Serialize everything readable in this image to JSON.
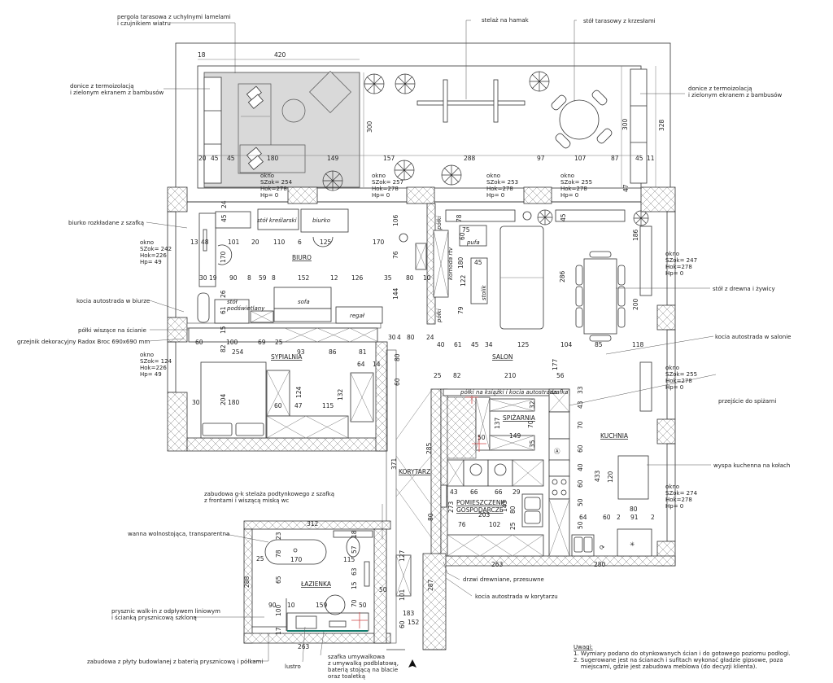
{
  "plan": {
    "rooms": {
      "biuro": "BIURO",
      "sypialnia": "SYPIALNIA",
      "salon": "SALON",
      "kuchnia": "KUCHNIA",
      "spizarnia": "SPIŻARNIA",
      "korytarz": "KORYTARZ",
      "gospodarcze_1": "POMIESZCZENIE",
      "gospodarcze_2": "GOSPODARCZE",
      "lazienka": "ŁAZIENKA"
    },
    "furniture": {
      "stol_kreslarski": "stół kreślarski",
      "biurko": "biurko",
      "sofa": "sofa",
      "regal": "regał",
      "stol_podswietlany_1": "stół",
      "stol_podswietlany_2": "podświetlany",
      "pufa": "pufa",
      "stolik": "stolik",
      "komoda_rtv": "komoda rtv",
      "polki_a": "półki",
      "polki_b": "półki",
      "polki_ksiazki": "półki na książki i kocia autostrada",
      "szafka": "szafka"
    },
    "windows": [
      {
        "label": "okno",
        "sz": "SZok= 254",
        "h": "Hok=278",
        "hp": "Hp= 0"
      },
      {
        "label": "okno",
        "sz": "SZok= 257",
        "h": "Hok=278",
        "hp": "Hp= 0"
      },
      {
        "label": "okno",
        "sz": "SZok= 253",
        "h": "Hok=278",
        "hp": "Hp= 0"
      },
      {
        "label": "okno",
        "sz": "SZok= 255",
        "h": "Hok=278",
        "hp": "Hp= 0"
      },
      {
        "label": "okno",
        "sz": "SZok= 242",
        "h": "Hok=226",
        "hp": "Hp= 49"
      },
      {
        "label": "okno",
        "sz": "SZok= 124",
        "h": "Hok=226",
        "hp": "Hp= 49"
      },
      {
        "label": "okno",
        "sz": "SZok= 247",
        "h": "Hok=278",
        "hp": "Hp= 0"
      },
      {
        "label": "okno",
        "sz": "SZok= 255",
        "h": "Hok=278",
        "hp": "Hp= 0"
      },
      {
        "label": "okno",
        "sz": "SZok= 274",
        "h": "Hok=278",
        "hp": "Hp= 0"
      }
    ],
    "annotations": {
      "pergola_1": "pergola tarasowa z uchylnymi lamelami",
      "pergola_2": "i czujnikiem wiatru",
      "hamak": "stelaż na hamak",
      "stol_tarasowy": "stół tarasowy z krzesłami",
      "donice_l1": "donice z termoizolacją",
      "donice_l2": "i zielonym ekranem z bambusów",
      "donice_r1": "donice z termoizolacją",
      "donice_r2": "i zielonym ekranem z bambusów",
      "biurko_rozkladane": "biurko rozkładane z szafką",
      "kocia_biuro": "kocia autostrada w biurze",
      "polki_wiszace": "półki wiszące na ścianie",
      "grzejnik": "grzejnik dekoracyjny Radox Broc 690x690 mm",
      "stol_drewno": "stół z drewna i żywicy",
      "kocia_salon": "kocia autostrada w salonie",
      "przejscie": "przejście do spiżarni",
      "wyspa": "wyspa kuchenna na kołach",
      "zabudowa_gk_1": "zabudowa g-k stelaża podtynkowego z szafką",
      "zabudowa_gk_2": "z frontami i wiszącą miską wc",
      "wanna": "wanna wolnostojąca, transparentna",
      "prysznic_1": "prysznic walk-in z odpływem liniowym",
      "prysznic_2": "i ścianką prysznicową szkloną",
      "zabudowa_plyta": "zabudowa z płyty budowlanej z baterią prysznicową i półkami",
      "lustro": "lustro",
      "szafka_1": "szafka umywalkowa",
      "szafka_2": "z umywalką podblatową,",
      "szafka_3": "baterią stojącą na blacie",
      "szafka_4": "oraz toaletką",
      "drzwi": "drzwi drewniane, przesuwne",
      "kocia_korytarz": "kocia autostrada w korytarzu"
    },
    "notes": {
      "title": "Uwagi:",
      "items": [
        "1. Wymiary podano do otynkowanych ścian i do gotowego poziomu podłogi.",
        "2. Sugerowane jest na ścianach i sufitach wykonać gładzie gipsowe, poza",
        "    miejscami, gdzie jest zabudowa meblowa (do decyzji klienta)."
      ]
    },
    "dims": {
      "t18": "18",
      "t420": "420",
      "t300a": "300",
      "t300b": "300",
      "t328": "328",
      "t20": "20",
      "t45a": "45",
      "t45b": "45",
      "t180": "180",
      "t149": "149",
      "t157": "157",
      "t288": "288",
      "t97": "97",
      "t107": "107",
      "t87": "87",
      "t45c": "45",
      "t11": "11",
      "t47": "47",
      "b24": "24",
      "b45": "45",
      "b13": "13",
      "b48": "48",
      "b101": "101",
      "b20": "20",
      "b110": "110",
      "b6": "6",
      "b125": "125",
      "b170": "170",
      "b106": "106",
      "b76": "76",
      "b170v": "170",
      "b30": "30",
      "b19": "19",
      "b90": "90",
      "b8a": "8",
      "b59": "59",
      "b8b": "8",
      "b152": "152",
      "b12": "12",
      "b126": "126",
      "b35": "35",
      "b80": "80",
      "b10": "10",
      "b26": "26",
      "b61": "61",
      "b144": "144",
      "s60": "60",
      "s100": "100",
      "s69": "69",
      "s25": "25",
      "s254": "254",
      "s93": "93",
      "s86": "86",
      "s81": "81",
      "s64": "64",
      "s14": "14",
      "s82": "82",
      "s15": "15",
      "s30": "30",
      "s204": "204",
      "s180": "180",
      "s124": "124",
      "s60b": "60",
      "s47": "47",
      "s115": "115",
      "s132": "132",
      "l78": "78",
      "l75": "75",
      "l60": "60",
      "l180": "180",
      "l45": "45",
      "l122": "122",
      "l79": "79",
      "l286": "286",
      "l186": "186",
      "l200": "200",
      "l45b": "45",
      "l40": "40",
      "l61": "61",
      "l45c": "45",
      "l34": "34",
      "l125": "125",
      "l104": "104",
      "l85": "85",
      "l118": "118",
      "l30": "30",
      "l4": "4",
      "l80": "80",
      "l24": "24",
      "c80": "80",
      "c60": "60",
      "c177": "177",
      "c25": "25",
      "c82": "82",
      "c210": "210",
      "c56": "56",
      "k33": "33",
      "k43": "43",
      "k70": "70",
      "k60": "60",
      "k40": "40",
      "k60b": "60",
      "k50": "50",
      "k433": "433",
      "k120": "120",
      "k80": "80",
      "k64": "64",
      "k60c": "60",
      "k2a": "2",
      "k91": "91",
      "k2b": "2",
      "k50b": "50",
      "k280": "280",
      "p137": "137",
      "p149": "149",
      "p70": "70",
      "p50": "50",
      "p35": "35",
      "p32": "32",
      "g43": "43",
      "g66a": "66",
      "g66b": "66",
      "g29": "29",
      "g273": "273",
      "g203": "203",
      "g143": "143",
      "g80": "80",
      "g76": "76",
      "g102": "102",
      "g25": "25",
      "g263": "263",
      "r371": "371",
      "r285": "285",
      "r80": "80",
      "r127": "127",
      "r287": "287",
      "r101": "101",
      "r183": "183",
      "r152": "152",
      "r60": "60",
      "r50": "50",
      "z312": "312",
      "z23": "23",
      "z78": "78",
      "z170": "170",
      "z25": "25",
      "z18": "18",
      "z57": "57",
      "z115": "115",
      "z63": "63",
      "z15": "15",
      "z65": "65",
      "z70": "70",
      "z50": "50",
      "z90": "90",
      "z10": "10",
      "z159": "159",
      "z100": "100",
      "z17": "17",
      "z288": "288",
      "z263": "263"
    }
  }
}
